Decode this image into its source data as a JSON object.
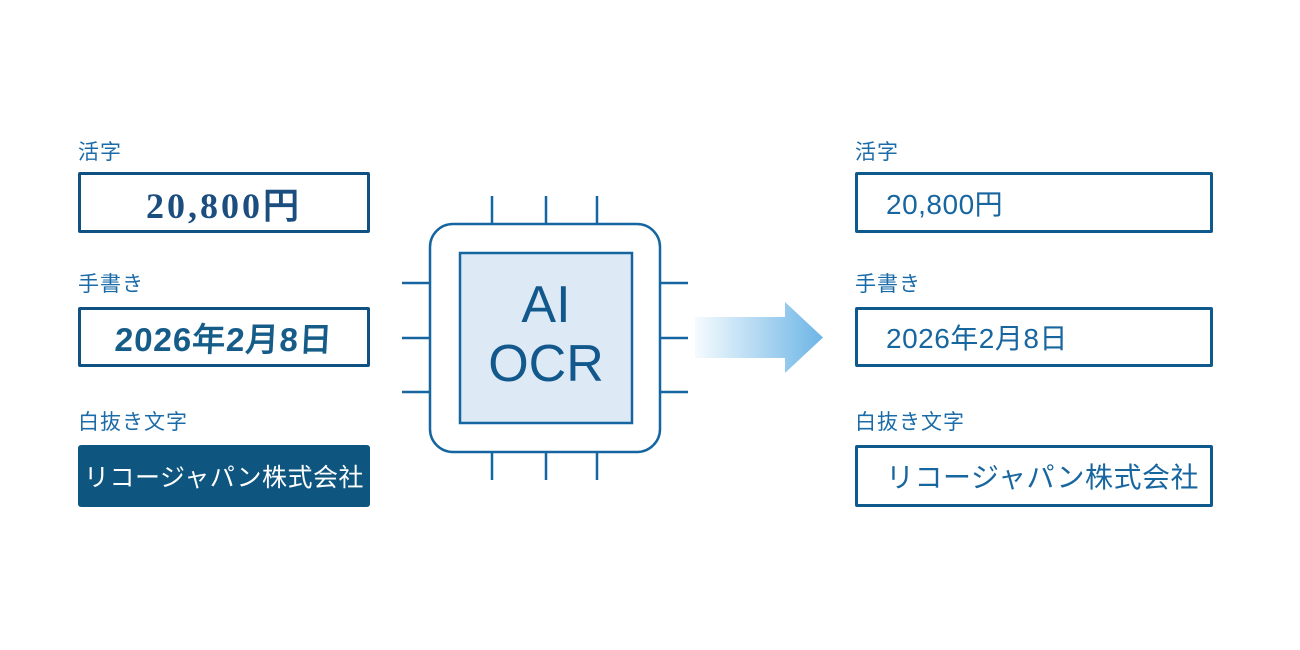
{
  "left": {
    "items": [
      {
        "label": "活字",
        "value": "20,800円"
      },
      {
        "label": "手書き",
        "value": "2026年2月8日"
      },
      {
        "label": "白抜き文字",
        "value": "リコージャパン株式会社"
      }
    ]
  },
  "processor": {
    "line1": "AI",
    "line2": "OCR"
  },
  "right": {
    "items": [
      {
        "label": "活字",
        "value": "20,800円"
      },
      {
        "label": "手書き",
        "value": "2026年2月8日"
      },
      {
        "label": "白抜き文字",
        "value": "リコージャパン株式会社"
      }
    ]
  },
  "icons": {
    "chip": "chip-icon",
    "arrow": "arrow-right-icon"
  },
  "colors": {
    "background": "#ffffff",
    "label_blue": "#1b6ba8",
    "box_border_left": "#0f5180",
    "box_border_right": "#0e5a8c",
    "printed_text": "#1b4d7e",
    "handwritten_text": "#155c88",
    "knockout_bg": "#0e567f",
    "knockout_text": "#ffffff",
    "result_text": "#17669f",
    "chip_stroke": "#1566a0",
    "chip_fill": "#dde9f4",
    "chip_text": "#12588c",
    "arrow_gradient_start": "#f5fbfe",
    "arrow_gradient_end": "#6db5e6"
  }
}
